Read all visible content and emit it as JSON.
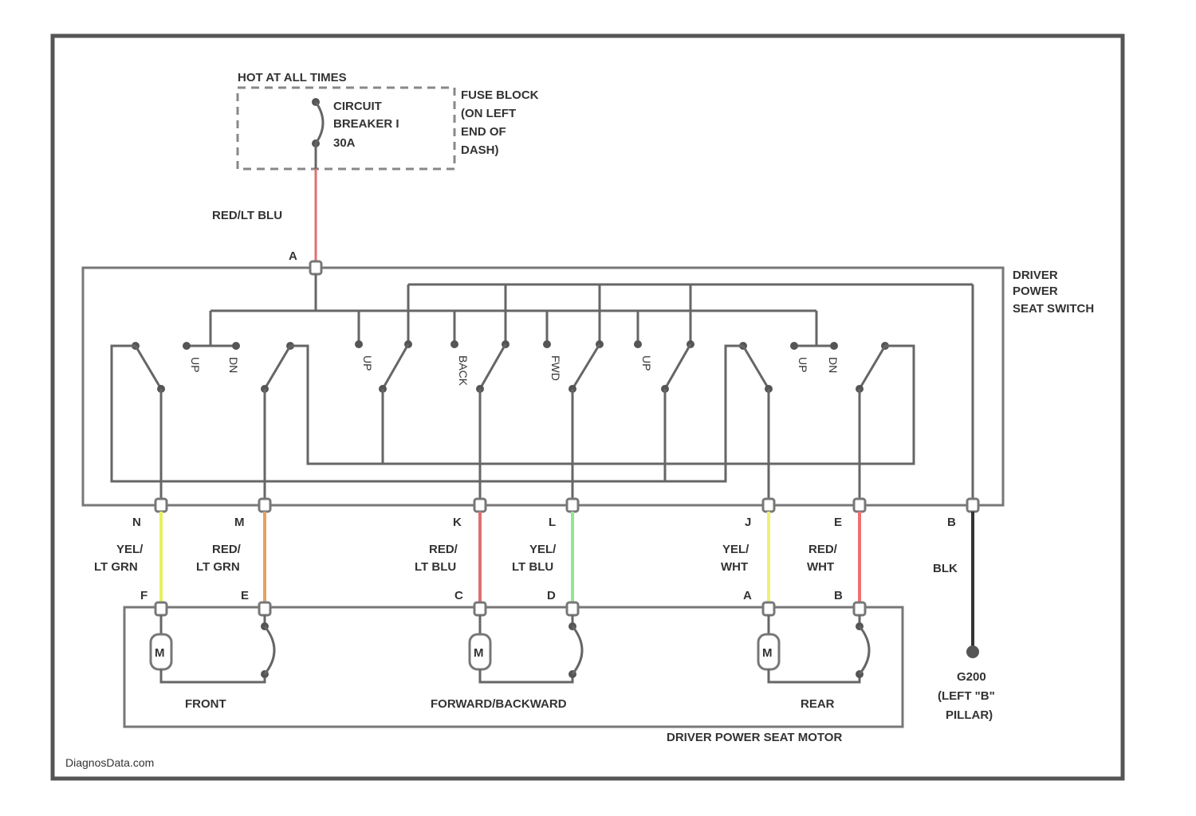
{
  "fuse": {
    "hot_label": "HOT AT ALL TIMES",
    "breaker_line1": "CIRCUIT",
    "breaker_line2": "BREAKER I",
    "breaker_line3": "30A",
    "block_line1": "FUSE BLOCK",
    "block_line2": "(ON LEFT",
    "block_line3": "END OF",
    "block_line4": "DASH)"
  },
  "feed_wire": {
    "label": "RED/LT BLU",
    "pin": "A",
    "color": "#e07070"
  },
  "switch": {
    "name_line1": "DRIVER",
    "name_line2": "POWER",
    "name_line3": "SEAT SWITCH",
    "contact_labels": [
      "UP",
      "DN",
      "UP",
      "BACK",
      "FWD",
      "UP",
      "UP",
      "DN"
    ]
  },
  "harness": [
    {
      "switch_pin": "N",
      "motor_pin": "F",
      "line1": "YEL/",
      "line2": "LT GRN",
      "color": "#e8f060"
    },
    {
      "switch_pin": "M",
      "motor_pin": "E",
      "line1": "RED/",
      "line2": "LT GRN",
      "color": "#e8a060"
    },
    {
      "switch_pin": "K",
      "motor_pin": "C",
      "line1": "RED/",
      "line2": "LT BLU",
      "color": "#e07070"
    },
    {
      "switch_pin": "L",
      "motor_pin": "D",
      "line1": "YEL/",
      "line2": "LT BLU",
      "color": "#90e890"
    },
    {
      "switch_pin": "J",
      "motor_pin": "A",
      "line1": "YEL/",
      "line2": "WHT",
      "color": "#f0f070"
    },
    {
      "switch_pin": "E",
      "motor_pin": "B",
      "line1": "RED/",
      "line2": "WHT",
      "color": "#f07070"
    }
  ],
  "ground": {
    "switch_pin": "B",
    "wire_label": "BLK",
    "line1": "G200",
    "line2": "(LEFT \"B\"",
    "line3": "PILLAR)",
    "color": "#333333"
  },
  "motors": {
    "symbol": "M",
    "labels": [
      "FRONT",
      "FORWARD/BACKWARD",
      "REAR"
    ],
    "assembly_label": "DRIVER POWER SEAT MOTOR"
  },
  "watermark": "DiagnosData.com"
}
